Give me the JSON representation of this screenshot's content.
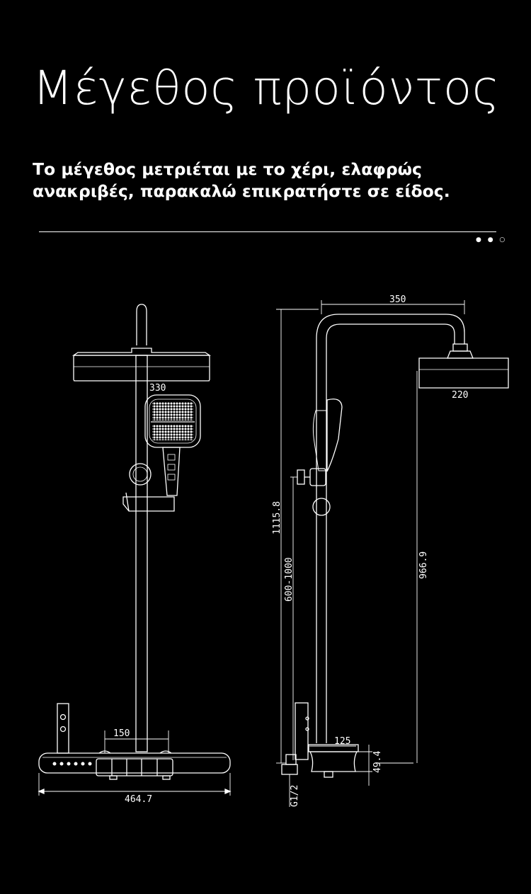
{
  "heading": {
    "title": "Μέγεθος προϊόντος",
    "subtitle": "Το μέγεθος μετριέται με το χέρι, ελαφρώς ανακριβές, παρακαλώ επικρατήστε σε είδος."
  },
  "pager": {
    "dots": "● ● ○"
  },
  "dimensions": {
    "showerhead_width_front": "330",
    "base_width": "464.7",
    "base_inner": "150",
    "arm_reach": "350",
    "showerhead_width_side": "220",
    "total_height": "1115.8",
    "adjustable_range": "600-1000",
    "head_height": "966.9",
    "shelf_depth": "125",
    "base_height": "49.4",
    "connector": "G1/2"
  },
  "colors": {
    "background": "#000000",
    "line": "#ffffff"
  }
}
